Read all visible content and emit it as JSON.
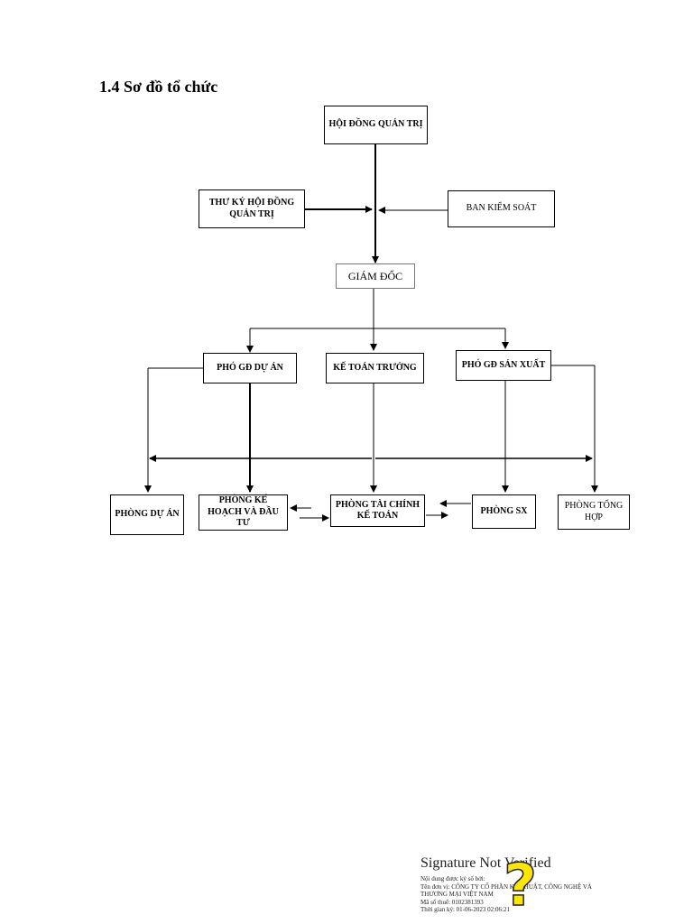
{
  "heading": "1.4 Sơ đồ tổ chức",
  "org_chart": {
    "hdqt": "HỘI ĐỒNG QUẢN TRỊ",
    "thu_ky": "THƯ KÝ HỘI ĐỒNG QUẢN TRỊ",
    "ban_kiem_soat": "BAN KIỂM SOÁT",
    "giam_doc": "GIÁM ĐỐC",
    "pho_gd_du_an": "PHÓ GĐ DỰ ÁN",
    "ke_toan_truong": "KẾ TOÁN TRƯỞNG",
    "pho_gd_san_xuat": "PHÓ GĐ SẢN XUẤT",
    "phong_du_an": "PHÒNG DỰ ÁN",
    "phong_ke_hoach": "PHÒNG KẾ HOẠCH VÀ ĐẦU TƯ",
    "phong_tai_chinh": "PHÒNG TÀI CHÍNH KẾ TOÁN",
    "phong_sx": "PHÒNG SX",
    "phong_tong_hop": "PHÒNG TỔNG HỢP"
  },
  "signature": {
    "title": "Signature Not Verified",
    "line1": "Nội dung được ký số bởi:",
    "line2": "Tên đơn vị: CÔNG TY CỔ PHẦN KỸ THUẬT, CÔNG NGHỆ VÀ",
    "line3": "THƯƠNG MẠI VIỆT NAM",
    "line4": "Mã số thuế: 0102381393",
    "line5": "Thời gian ký: 01-06-2023 02:06:21"
  }
}
